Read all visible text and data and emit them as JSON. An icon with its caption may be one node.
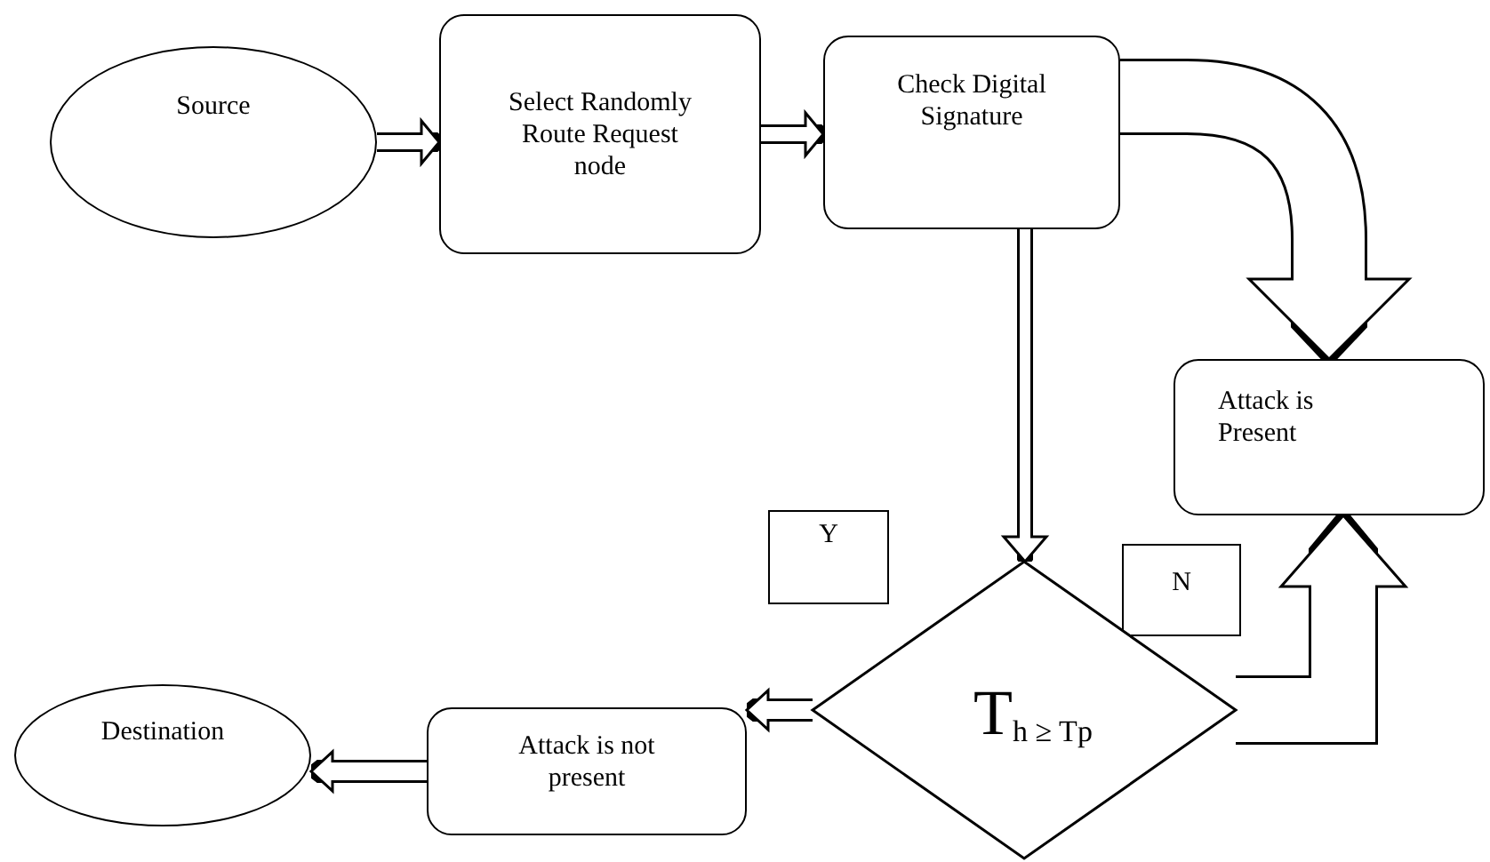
{
  "diagram": {
    "nodes": [
      {
        "text": [
          "Source"
        ]
      },
      {
        "text": [
          "Select Randomly Route Request node"
        ]
      },
      {
        "text": [
          "Check Digital Signature"
        ]
      },
      {
        "text": [
          "Attack is Present"
        ]
      },
      {
        "text": [
          "Y"
        ]
      },
      {
        "text": [
          "N"
        ]
      },
      {
        "text": [
          "T$_{h ≥ Tp}$"
        ]
      },
      {
        "text": [
          "Attack is not present"
        ]
      },
      {
        "text": [
          "Destination"
        ]
      }
    ],
    "edges": [
      {
        "from": 0,
        "to": 1,
        "arrow": "to"
      },
      {
        "from": 1,
        "to": 2,
        "arrow": "to"
      },
      {
        "from": 2,
        "to": 3,
        "arrow": "to",
        "style": "thick"
      },
      {
        "from": 2,
        "to": 6,
        "arrow": "to"
      },
      {
        "from": 6,
        "to": 3,
        "arrow": "to",
        "style": "thick"
      },
      {
        "from": 6,
        "to": 7,
        "arrow": "to"
      },
      {
        "from": 7,
        "to": 8,
        "arrow": "to"
      }
    ]
  }
}
